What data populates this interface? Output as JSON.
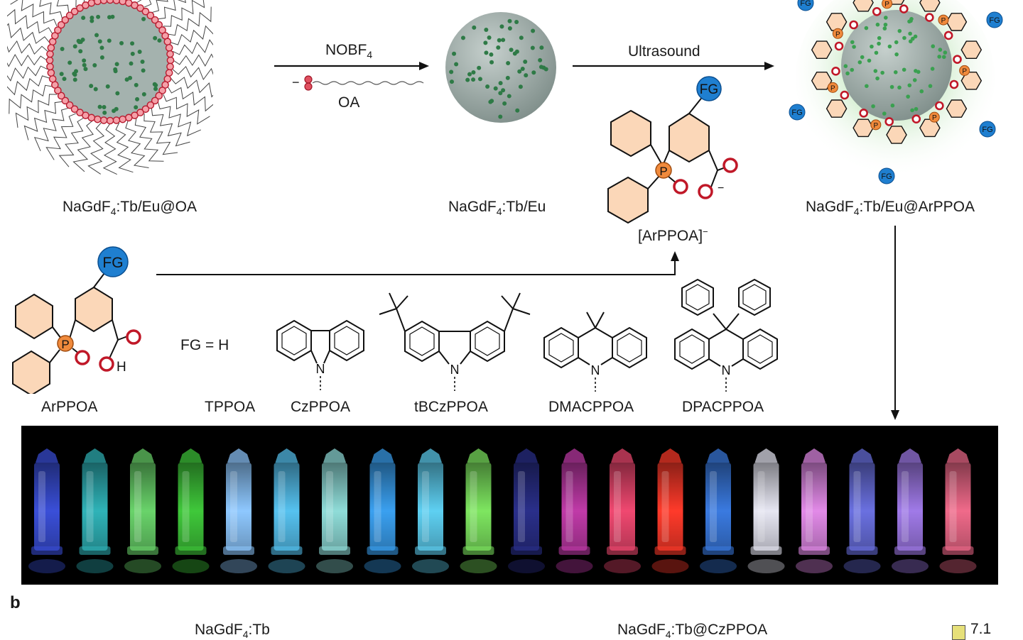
{
  "labels": {
    "np_oa": [
      "NaGdF",
      "4",
      ":Tb/Eu@OA"
    ],
    "np_bare": [
      "NaGdF",
      "4",
      ":Tb/Eu"
    ],
    "np_arppoa": [
      "NaGdF",
      "4",
      ":Tb/Eu@ArPPOA"
    ],
    "anion": [
      "[ArPPOA]",
      "−"
    ],
    "reagent1": [
      "NOBF",
      "4"
    ],
    "leaving": "OA",
    "reagent2": "Ultrasound",
    "fg": "FG",
    "fg_eq": "FG = H",
    "carboxyl_h": "H",
    "phosphorus": "P",
    "nitrogen": "N",
    "oxygen_minus": "−",
    "minus": "−"
  },
  "ligands": [
    "ArPPOA",
    "TPPOA",
    "CzPPOA",
    "tBCzPPOA",
    "DMACPPOA",
    "DPACPPOA"
  ],
  "panel_b": {
    "letter": "b",
    "left_title": [
      "NaGdF",
      "4",
      ":Tb"
    ],
    "right_title": [
      "NaGdF",
      "4",
      ":Tb@CzPPOA"
    ],
    "scale_value": "7.1"
  },
  "vial_colors": [
    "#3a4fd8",
    "#2fb3b8",
    "#69d36a",
    "#3fc83a",
    "#8ec8ff",
    "#56c2f0",
    "#8fdcd8",
    "#3aa0f0",
    "#5ed0f2",
    "#7ee660",
    "#2a2f8a",
    "#c03aa8",
    "#f04870",
    "#ff3a2a",
    "#3a7ae0",
    "#e6e6f2",
    "#e28ae8",
    "#6a70e0",
    "#a07ae8",
    "#f06a8a"
  ],
  "colors": {
    "accent_red": "#e03040",
    "fg_blue": "#1f7fd0",
    "phosphorus_orange": "#f08a3c",
    "ring_fill": "#fbd7b8",
    "np_gray": "#9aa8a4",
    "np_dot": "#2e7a46"
  }
}
